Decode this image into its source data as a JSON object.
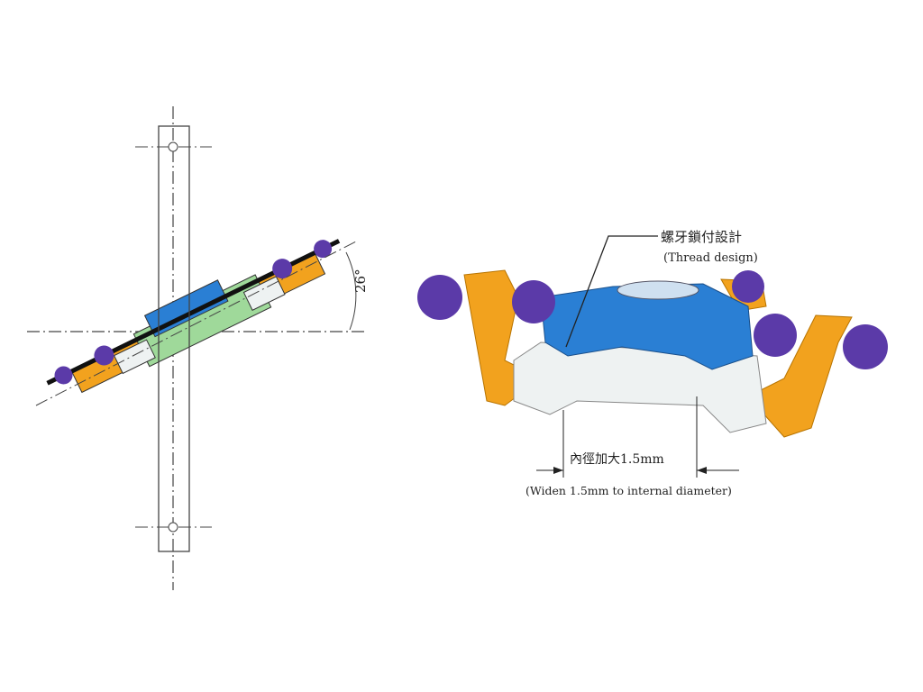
{
  "left_view": {
    "angle_label": "26°"
  },
  "right_view": {
    "thread_label_zh": "螺牙鎖付設計",
    "thread_label_en": "(Thread design)",
    "diameter_label_zh": "內徑加大1.5mm",
    "diameter_label_en": "(Widen 1.5mm to internal diameter)"
  },
  "colors": {
    "orange": "#f2a21e",
    "blue": "#2a7fd4",
    "purple": "#5b3aa8",
    "green": "#9fd99a",
    "light": "#eef2f2"
  }
}
